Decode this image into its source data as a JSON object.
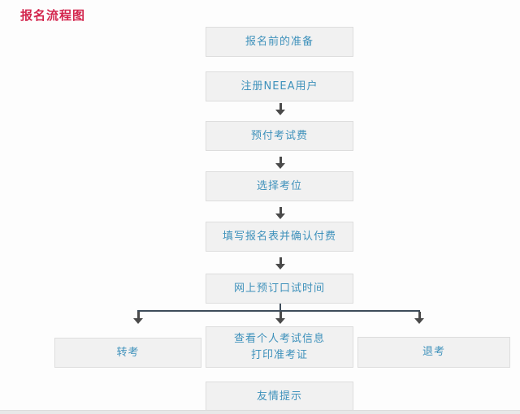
{
  "page": {
    "title": "报名流程图"
  },
  "flow": {
    "steps": [
      {
        "label": "报名前的准备"
      },
      {
        "label": "注册NEEA用户"
      },
      {
        "label": "预付考试费"
      },
      {
        "label": "选择考位"
      },
      {
        "label": "填写报名表并确认付费"
      },
      {
        "label": "网上预订口试时间"
      }
    ],
    "branches": {
      "left": "转考",
      "center_line1": "查看个人考试信息",
      "center_line2": "打印准考证",
      "right": "退考"
    },
    "footer_step": "友情提示"
  },
  "colors": {
    "title": "#d3254d",
    "box_bg": "#f1f1f1",
    "box_border": "#dddddd",
    "box_text": "#3e91bb",
    "arrow": "#4a4a4a",
    "connector": "#3e4c5a",
    "page_bg": "#fdfdfd"
  }
}
